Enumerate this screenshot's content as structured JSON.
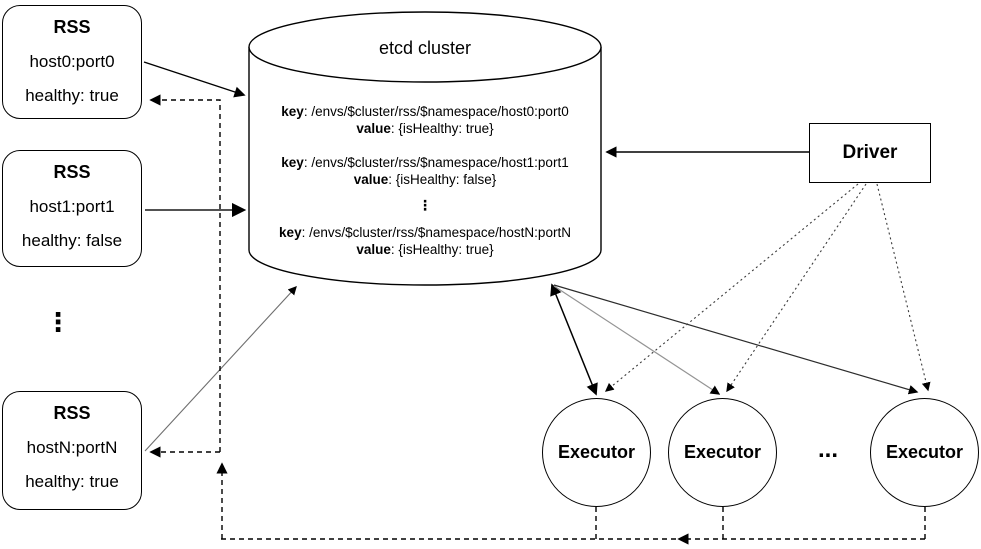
{
  "diagram": {
    "rss_nodes": [
      {
        "title": "RSS",
        "host": "host0:port0",
        "health": "healthy: true"
      },
      {
        "title": "RSS",
        "host": "host1:port1",
        "health": "healthy: false"
      },
      {
        "title": "RSS",
        "host": "hostN:portN",
        "health": "healthy: true"
      }
    ],
    "rss_ellipsis": "⋮",
    "etcd": {
      "title": "etcd cluster",
      "entries": [
        {
          "key_label": "key",
          "key_text": ": /envs/$cluster/rss/$namespace/host0:port0",
          "value_label": "value",
          "value_text": ": {isHealthy: true}"
        },
        {
          "key_label": "key",
          "key_text": ": /envs/$cluster/rss/$namespace/host1:port1",
          "value_label": "value",
          "value_text": ": {isHealthy: false}"
        },
        {
          "key_label": "key",
          "key_text": ": /envs/$cluster/rss/$namespace/hostN:portN",
          "value_label": "value",
          "value_text": ": {isHealthy: true}"
        }
      ],
      "ellipsis": "⋮"
    },
    "driver": {
      "label": "Driver"
    },
    "executors": [
      {
        "label": "Executor"
      },
      {
        "label": "Executor"
      },
      {
        "label": "Executor"
      }
    ],
    "executor_ellipsis": "...",
    "colors": {
      "stroke": "#000000",
      "background": "#ffffff"
    }
  }
}
